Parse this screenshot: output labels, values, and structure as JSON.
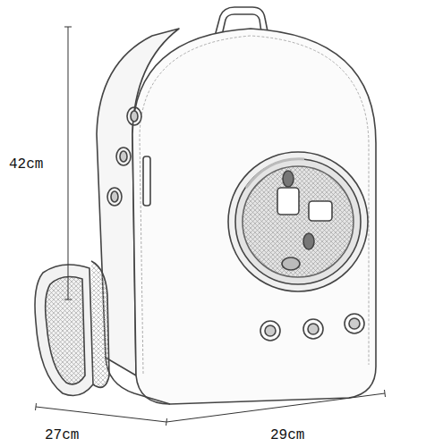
{
  "diagram": {
    "labels": [
      "42cm",
      "27cm",
      "29cm"
    ]
  }
}
